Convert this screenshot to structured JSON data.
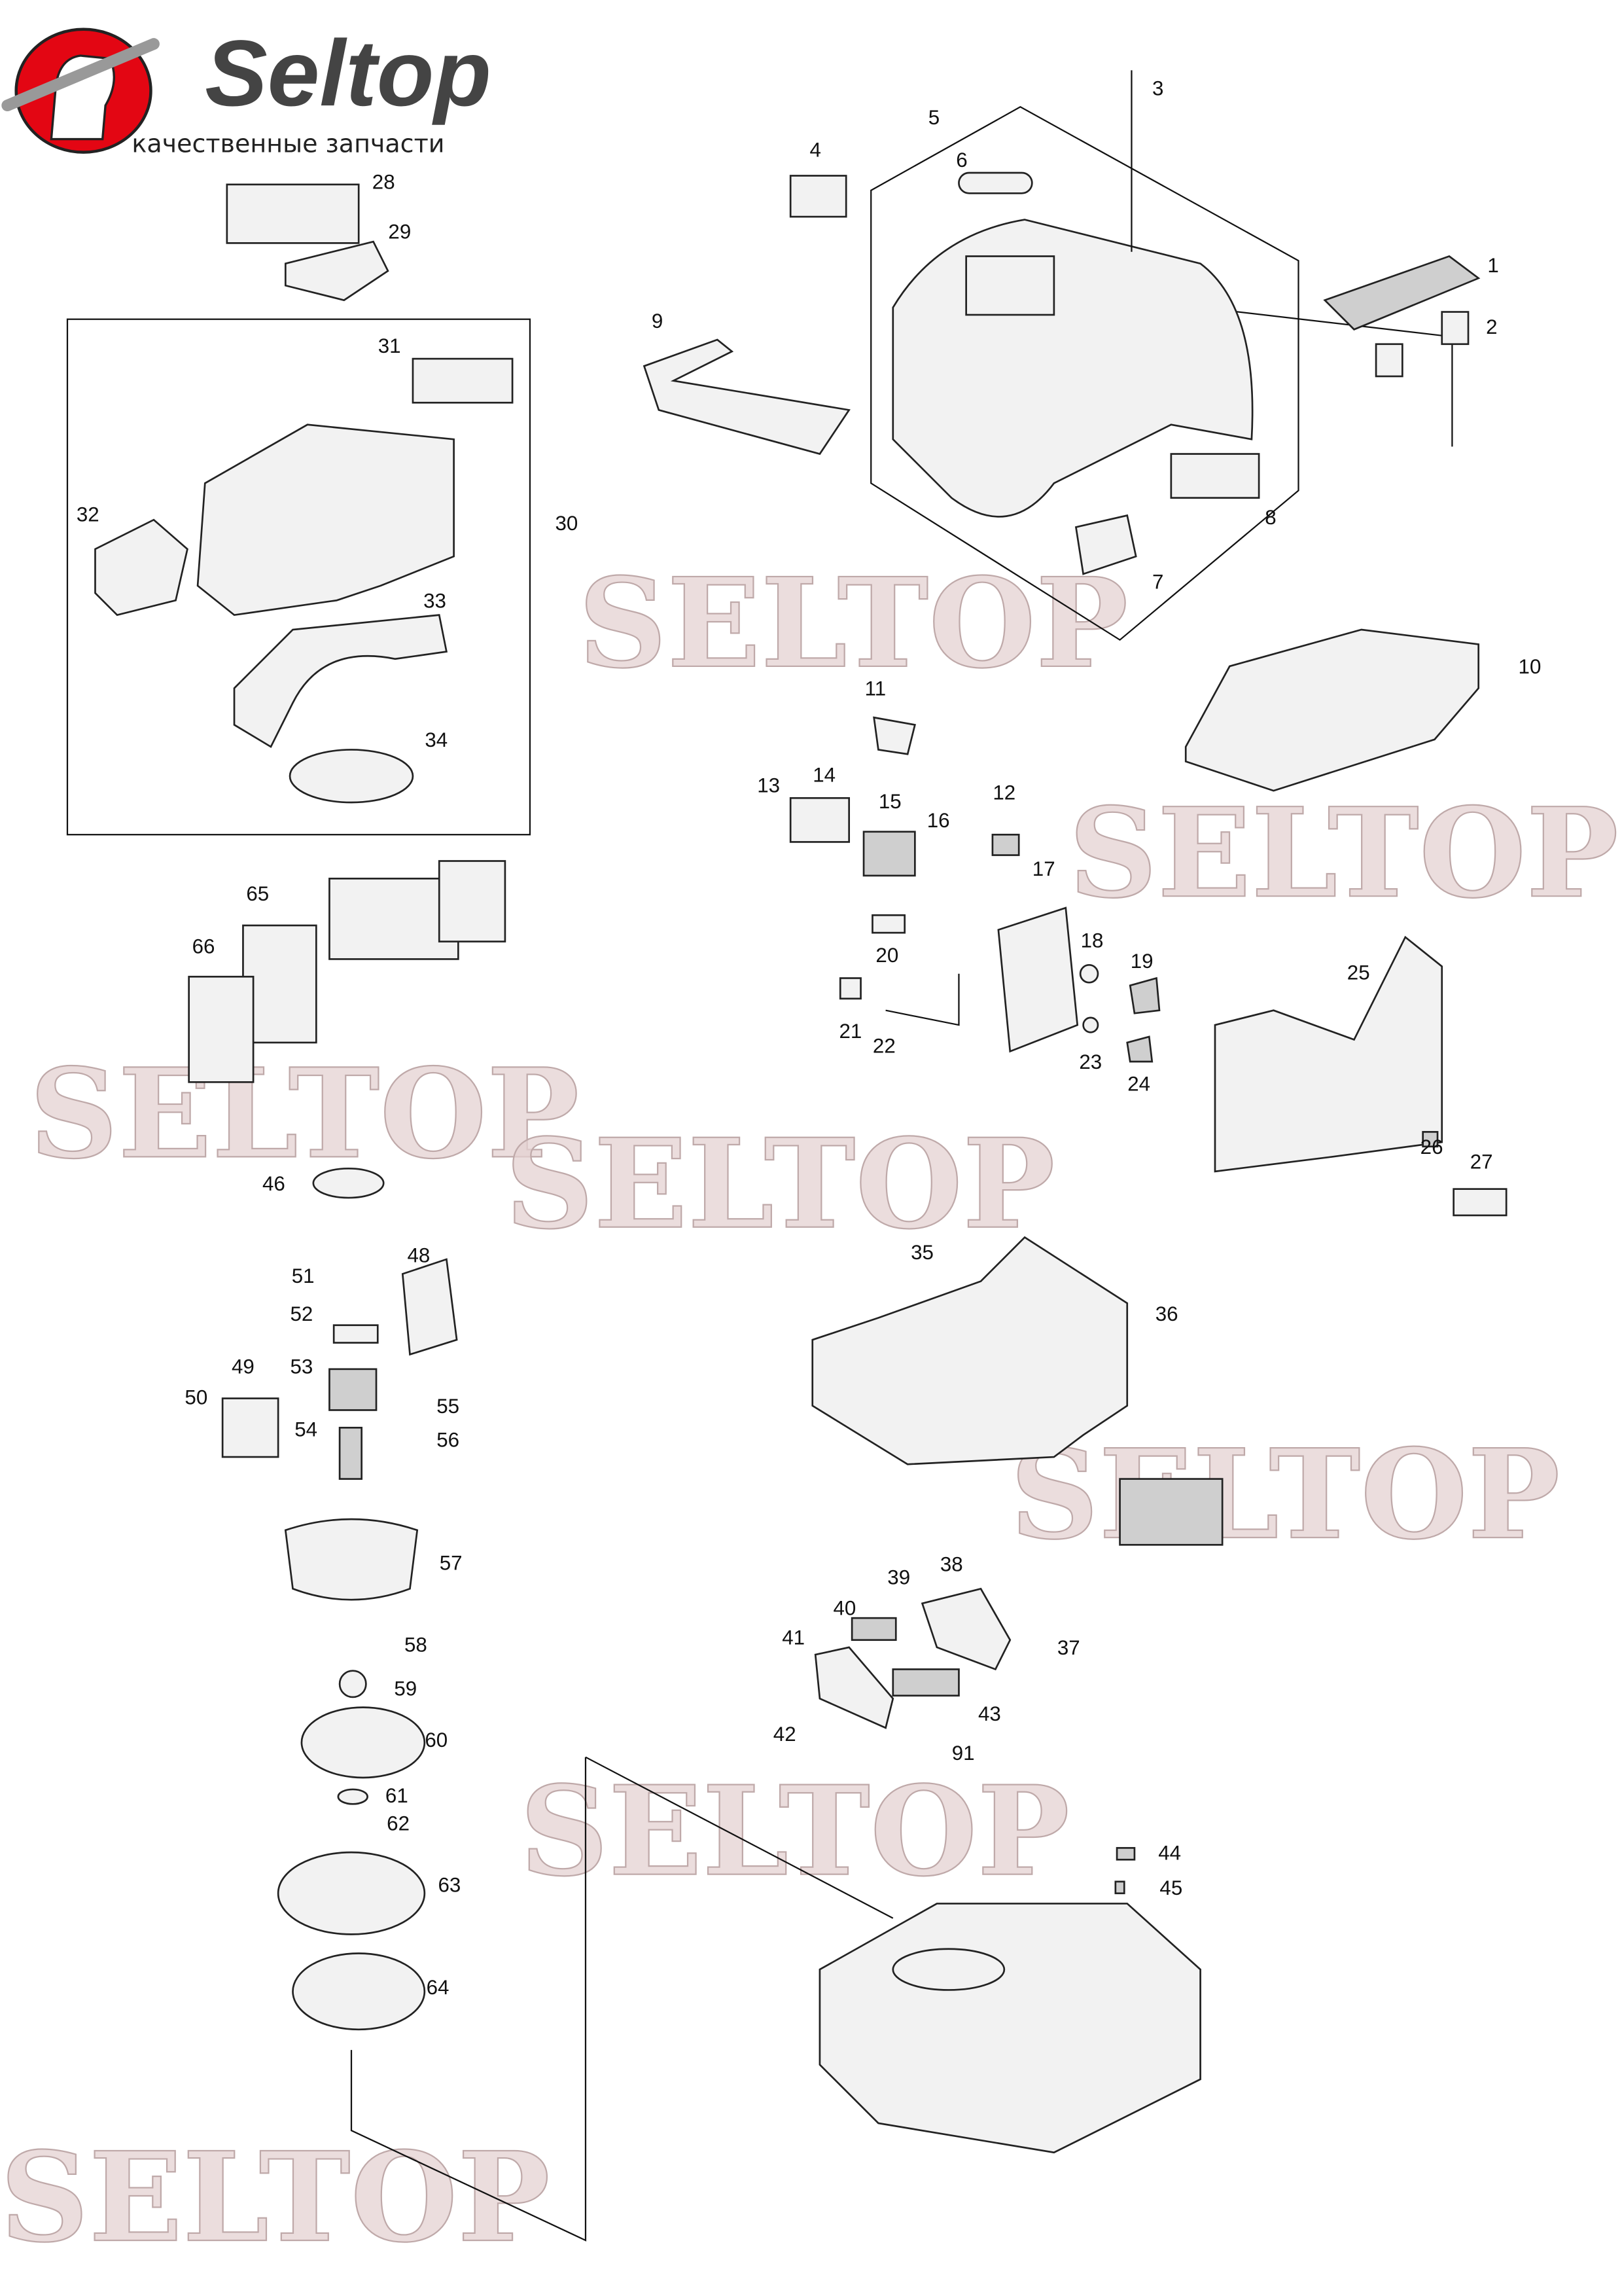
{
  "logo": {
    "brand": "Seltop",
    "tagline": "качественные запчасти"
  },
  "watermark": "SELTOP",
  "part_labels": [
    "1",
    "2",
    "3",
    "4",
    "5",
    "6",
    "7",
    "8",
    "9",
    "10",
    "11",
    "12",
    "13",
    "14",
    "15",
    "16",
    "17",
    "18",
    "19",
    "20",
    "21",
    "22",
    "23",
    "24",
    "25",
    "26",
    "27",
    "28",
    "29",
    "30",
    "31",
    "32",
    "33",
    "34",
    "35",
    "36",
    "37",
    "38",
    "39",
    "40",
    "41",
    "42",
    "43",
    "44",
    "45",
    "46",
    "48",
    "49",
    "50",
    "51",
    "52",
    "53",
    "54",
    "55",
    "56",
    "57",
    "58",
    "59",
    "60",
    "61",
    "62",
    "63",
    "64",
    "65",
    "66",
    "91"
  ]
}
